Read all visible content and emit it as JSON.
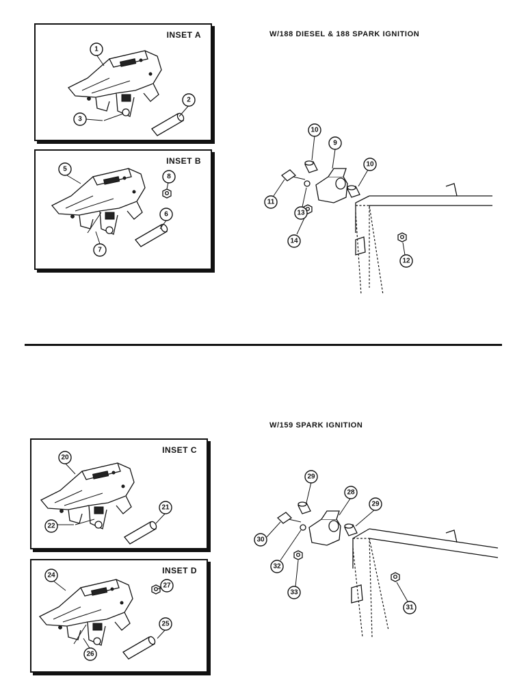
{
  "sections": {
    "top_title": "W/188 DIESEL & 188 SPARK IGNITION",
    "bottom_title": "W/159 SPARK IGNITION"
  },
  "insets": {
    "a": "INSET A",
    "b": "INSET B",
    "c": "INSET C",
    "d": "INSET D"
  },
  "callouts": {
    "c1": "1",
    "c2": "2",
    "c3": "3",
    "c5": "5",
    "c6": "6",
    "c7": "7",
    "c8": "8",
    "c9": "9",
    "c10a": "10",
    "c10b": "10",
    "c11": "11",
    "c12": "12",
    "c13": "13",
    "c14": "14",
    "c20": "20",
    "c21": "21",
    "c22": "22",
    "c24": "24",
    "c25": "25",
    "c26": "26",
    "c27": "27",
    "c28": "28",
    "c29a": "29",
    "c29b": "29",
    "c30": "30",
    "c31": "31",
    "c32": "32",
    "c33": "33"
  }
}
